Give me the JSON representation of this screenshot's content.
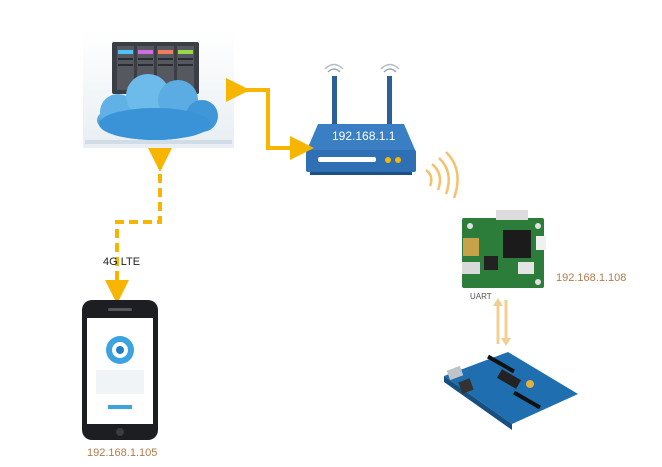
{
  "labels": {
    "router_ip": "192.168.1.1",
    "link_phone": "4G LTE",
    "board_ip": "192.168.1.108",
    "uart": "UART",
    "phone_ip": "192.168.1.105"
  },
  "colors": {
    "connector": "#f7b500",
    "ip_text": "#b07b4a",
    "router": "#2f6fb3",
    "wifi_waves": "#f5c16b",
    "uart_arrow": "#f0d090",
    "cloud": "#4ea2df",
    "pcb_green": "#2c7d3a",
    "arduino_blue": "#1f6fb0"
  },
  "icons": {
    "server": "server-rack-icon",
    "cloud": "cloud-icon",
    "router": "router-icon",
    "board": "circuit-board-icon",
    "arduino": "arduino-board-icon",
    "phone": "smartphone-icon"
  }
}
